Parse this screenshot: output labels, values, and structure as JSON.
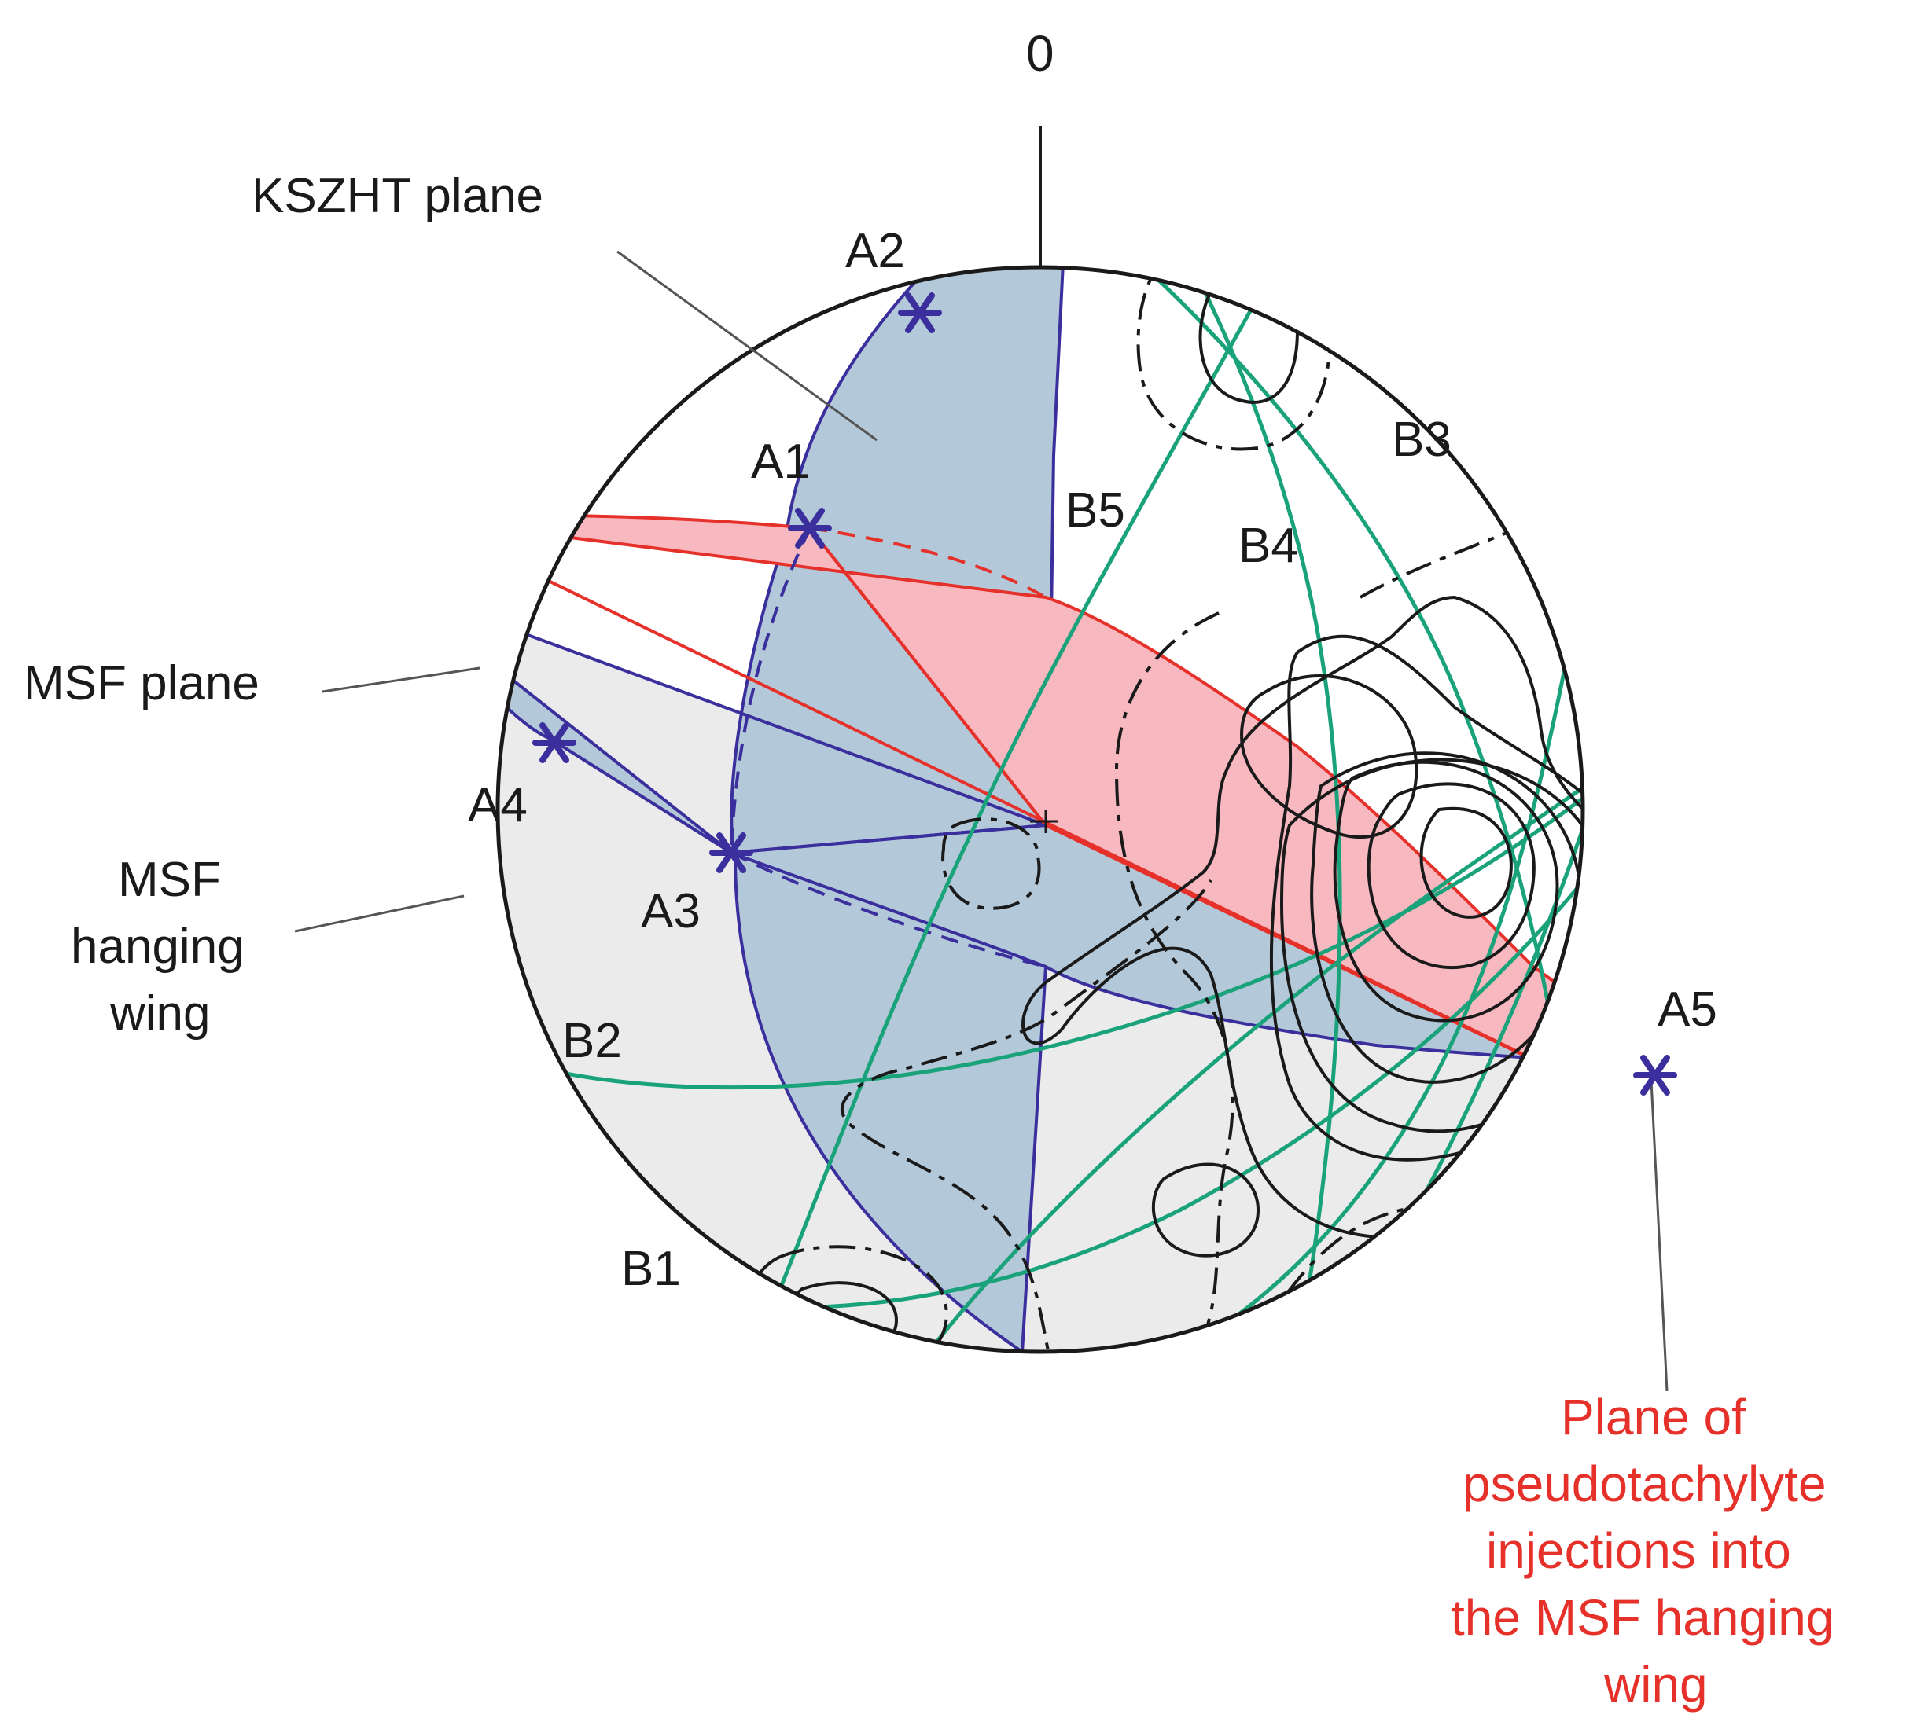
{
  "north_label": "0",
  "labels": {
    "kszht_plane": "KSZHT plane",
    "msf_plane": "MSF plane",
    "msf_hanging_wing": [
      "MSF",
      "hanging",
      "wing"
    ],
    "pseudotachylyte_plane": [
      "Plane of",
      "pseudotachylyte",
      "injections into",
      "the MSF hanging",
      "wing"
    ]
  },
  "points": {
    "a1": "A1",
    "a2": "A2",
    "a3": "A3",
    "a4": "A4",
    "a5": "A5"
  },
  "great_circles": {
    "b1": "B1",
    "b2": "B2",
    "b3": "B3",
    "b4": "B4",
    "b5": "B5"
  },
  "colors": {
    "kszht_fill": "#b3c8d8",
    "msf_outline": "#3a2f9c",
    "pseudotachylyte_fill": "#f8b8c0",
    "pseudotachylyte_line": "#e6302a",
    "hanging_wing_fill": "#ebebeb",
    "great_circle": "#1aa37a",
    "contour": "#1a1a1a"
  }
}
